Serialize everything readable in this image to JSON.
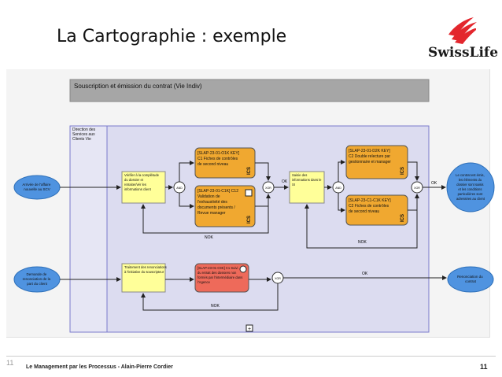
{
  "slide": {
    "title": "La Cartographie : exemple",
    "brand": "SwissLife",
    "page_left": "11",
    "footer": "Le Management par les Processus - Alain-Pierre Cordier",
    "page_right": "11"
  },
  "diagram": {
    "header": "Souscription et émission du contrat (Vie Indiv)",
    "lane_label": [
      "Direction des",
      "Services aux",
      "Clients Vie"
    ],
    "start1": [
      "Arrivée de l'affaire",
      "nouvelle au SCV"
    ],
    "start2": [
      "Demande de",
      "renonciation de la",
      "part du client"
    ],
    "task_verify": [
      "Vérifier à la complétude",
      "du dossier et",
      "retraiter/vér les",
      "informations client"
    ],
    "task_saisie": [
      "Saisie des",
      "informations dans le",
      "SI"
    ],
    "task_traitement": [
      "Traitement des renonciations",
      "à l'initiative du souscripteur"
    ],
    "ctrl1": [
      "[SLAP-23-01-O1K KEY]",
      "C1 Fiches de contrôles",
      "de second niveau"
    ],
    "ctrl2": [
      "[SLAP-23-01-C1K] C12",
      "Validation de",
      "l'exhaustivité des",
      "documents présents /",
      "Revue manager"
    ],
    "ctrl3": [
      "[SLAP-23-01-D2K KEY]",
      "C2 Double relecture par",
      "gestionnaire et manager"
    ],
    "ctrl4": [
      "[SLAP-23-C1-C1K KEY]",
      "C2 Fiches de contrôles",
      "de second niveau"
    ],
    "ctrl5": [
      "[SLAP-23-01-C9K] C1 Suivi",
      "du retrait des dossiers non",
      "formés par l'intermédiaire dans",
      "l'Agence"
    ],
    "ics": "ICS",
    "gate_and": "AND",
    "gate_xor": "XOR",
    "label_ok": "OK",
    "label_nok": "NOK",
    "end1": [
      "Le contrat est émis,",
      "les éléments du",
      "dossier sont saisis",
      "et les conditions",
      "particulières sont",
      "adressées au client"
    ],
    "end2": [
      "Renonciation du",
      "contrat"
    ],
    "collapse": "+"
  },
  "colors": {
    "event": "#4f93e0",
    "task": "#ffff99",
    "control": "#f0a830",
    "control_red": "#ee6a5a",
    "header": "#a6a6a6",
    "brand_red": "#e3262d"
  }
}
